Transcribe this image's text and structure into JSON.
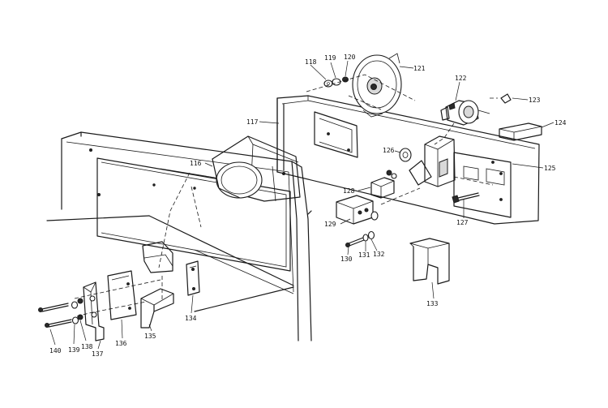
{
  "diagram": {
    "callouts": [
      {
        "id": "c116",
        "text": "116"
      },
      {
        "id": "c117",
        "text": "117"
      },
      {
        "id": "c118",
        "text": "118"
      },
      {
        "id": "c119",
        "text": "119"
      },
      {
        "id": "c120",
        "text": "120"
      },
      {
        "id": "c121",
        "text": "121"
      },
      {
        "id": "c122",
        "text": "122"
      },
      {
        "id": "c123",
        "text": "123"
      },
      {
        "id": "c124",
        "text": "124"
      },
      {
        "id": "c125",
        "text": "125"
      },
      {
        "id": "c126",
        "text": "126"
      },
      {
        "id": "c127",
        "text": "127"
      },
      {
        "id": "c128",
        "text": "128"
      },
      {
        "id": "c129",
        "text": "129"
      },
      {
        "id": "c130",
        "text": "130"
      },
      {
        "id": "c131",
        "text": "131"
      },
      {
        "id": "c132",
        "text": "132"
      },
      {
        "id": "c133",
        "text": "133"
      },
      {
        "id": "c134",
        "text": "134"
      },
      {
        "id": "c135",
        "text": "135"
      },
      {
        "id": "c136",
        "text": "136"
      },
      {
        "id": "c137",
        "text": "137"
      },
      {
        "id": "c138",
        "text": "138"
      },
      {
        "id": "c139",
        "text": "139"
      },
      {
        "id": "c140",
        "text": "140"
      }
    ]
  }
}
